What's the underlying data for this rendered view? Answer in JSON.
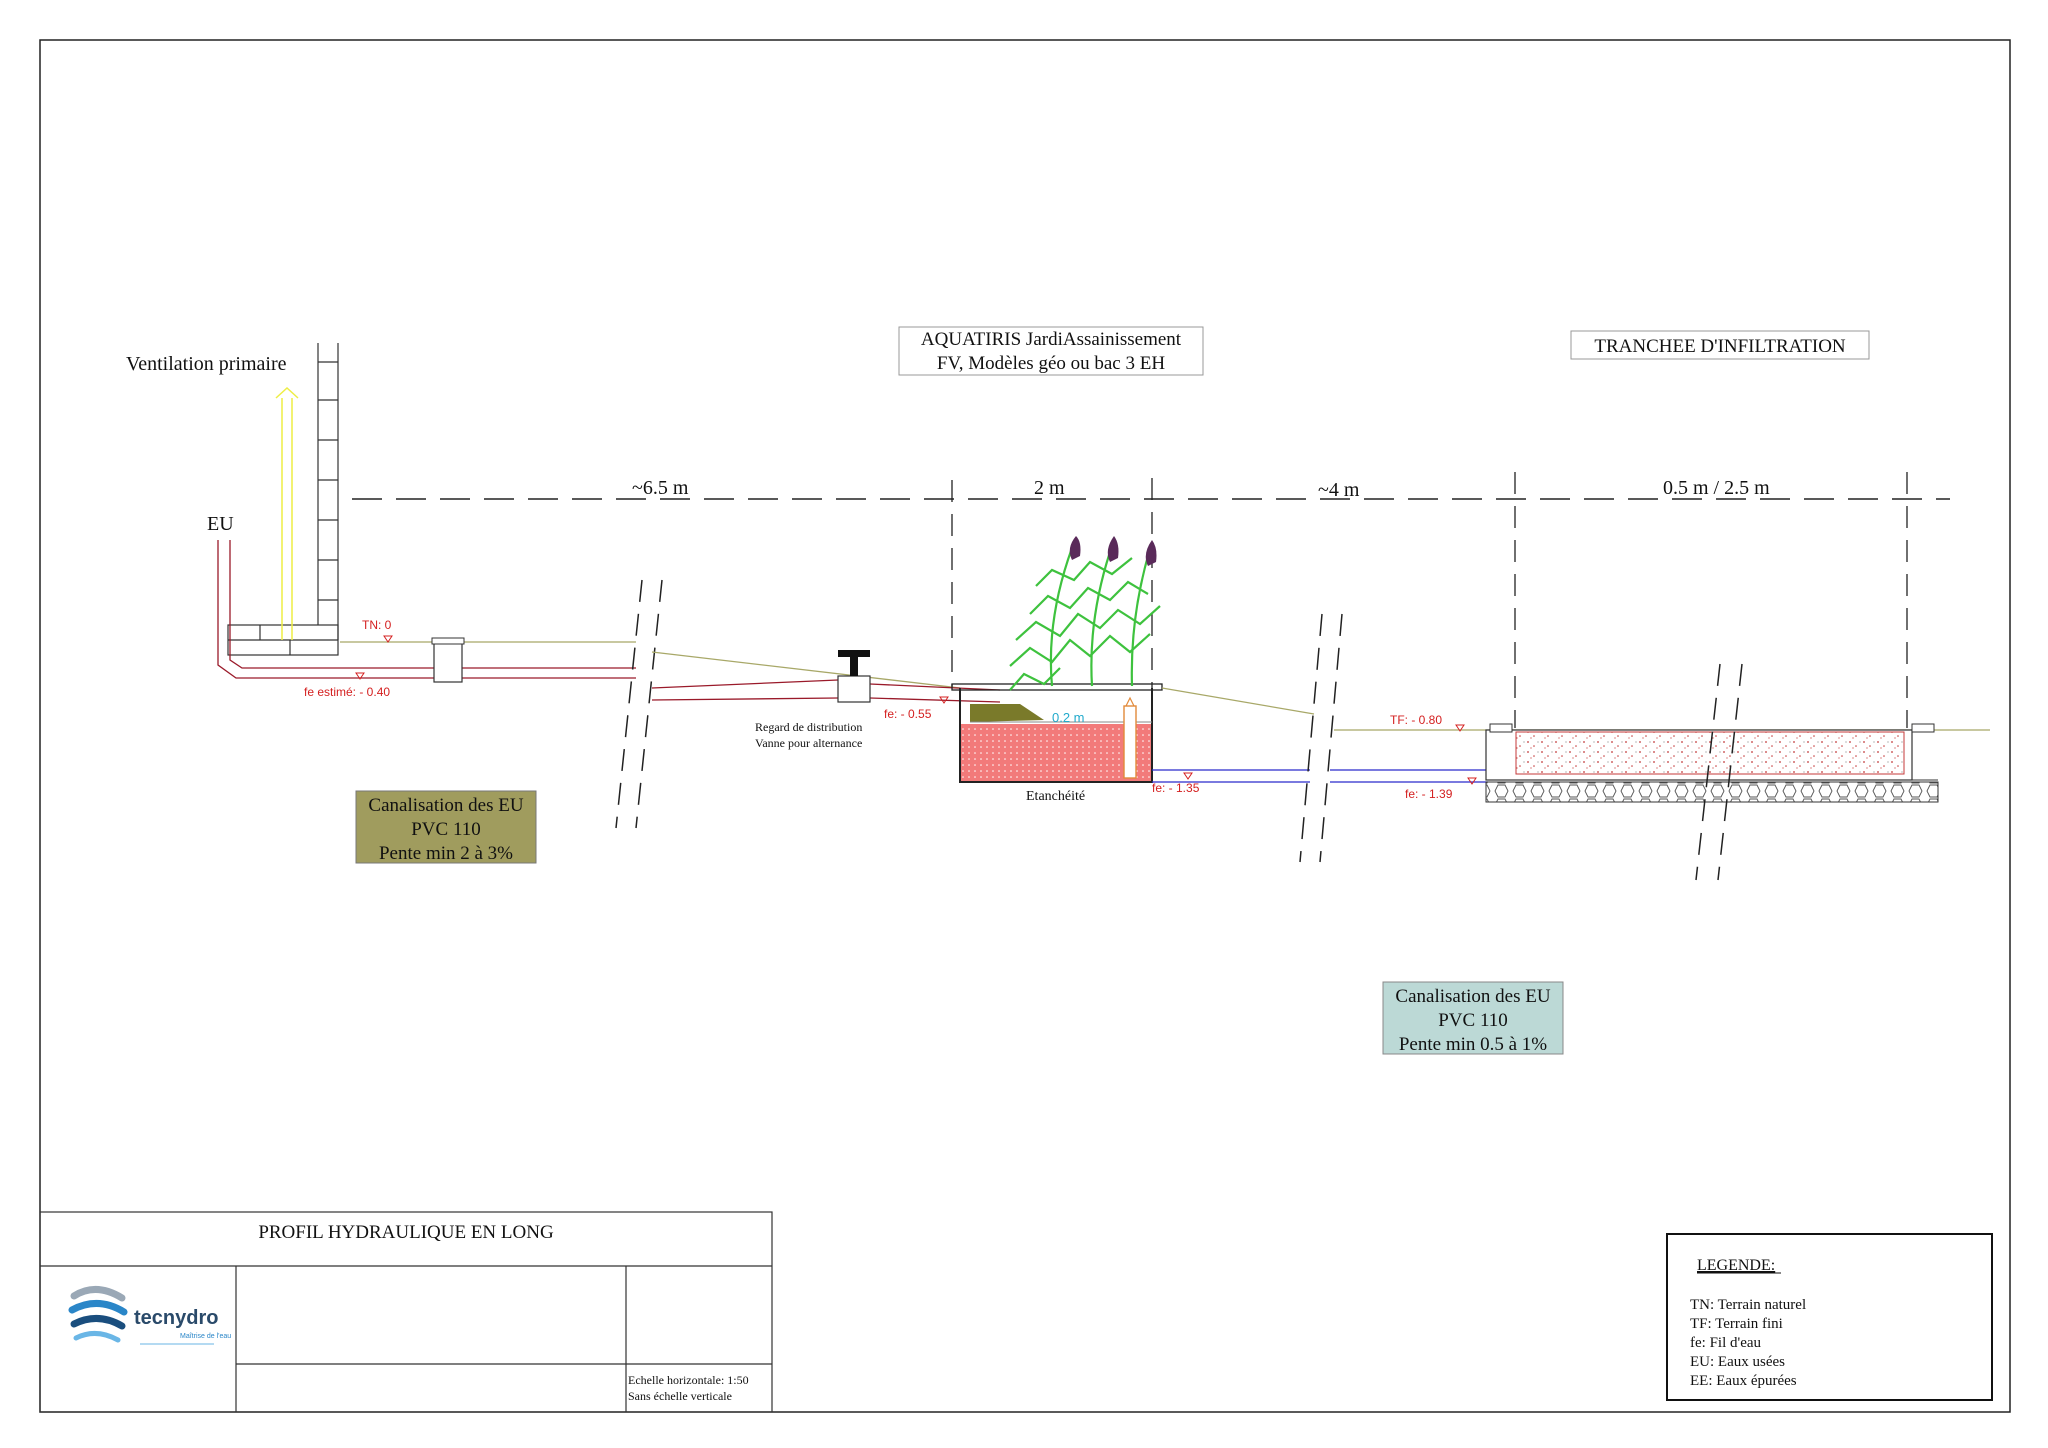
{
  "labels": {
    "ventilation": "Ventilation primaire",
    "eu": "EU",
    "aquatiris_line1": "AQUATIRIS JardiAssainissement",
    "aquatiris_line2": "FV, Modèles géo ou bac 3 EH",
    "tranchee": "TRANCHEE D'INFILTRATION",
    "etancheite": "Etanchéité",
    "regard_line1": "Regard de distribution",
    "regard_line2": "Vanne pour alternance",
    "gravel_depth": "0.2 m"
  },
  "dimensions": [
    "~6.5 m",
    "2 m",
    "~4 m",
    "0.5 m / 2.5 m"
  ],
  "levels": {
    "tn": "TN: 0",
    "fe_estime": "fe estimé: - 0.40",
    "fe_055": "fe: - 0.55",
    "fe_135": "fe: - 1.35",
    "tf_080": "TF: - 0.80",
    "fe_139": "fe: - 1.39"
  },
  "callout_left": {
    "line1": "Canalisation des EU",
    "line2": "PVC 110",
    "line3": "Pente min 2 à 3%"
  },
  "callout_right": {
    "line1": "Canalisation des EU",
    "line2": "PVC 110",
    "line3": "Pente min 0.5 à 1%"
  },
  "title_block": {
    "title": "PROFIL HYDRAULIQUE EN LONG",
    "logo_text": "tecnydro",
    "logo_tagline": "Maîtrise de l'eau",
    "scale_line1": "Echelle horizontale: 1:50",
    "scale_line2": "Sans échelle verticale"
  },
  "legend": {
    "title": "LEGENDE:",
    "items": [
      "TN: Terrain naturel",
      "TF: Terrain fini",
      "fe: Fil d'eau",
      "EU: Eaux usées",
      "EE: Eaux épurées"
    ]
  },
  "colors": {
    "callout_left_bg": "#a09c5e",
    "callout_right_bg": "#bcd9d6",
    "level_text": "#d42020",
    "ground_line": "#a8a868",
    "pipe": "#9a1a2a",
    "treated_pipe": "#2a2acc",
    "filter_fill": "#f27a7a",
    "reed_leaf": "#3ec23e",
    "reed_plume": "#5a2a5a",
    "vent_arrow": "#eeee44",
    "gravel_label": "#22aacc"
  }
}
